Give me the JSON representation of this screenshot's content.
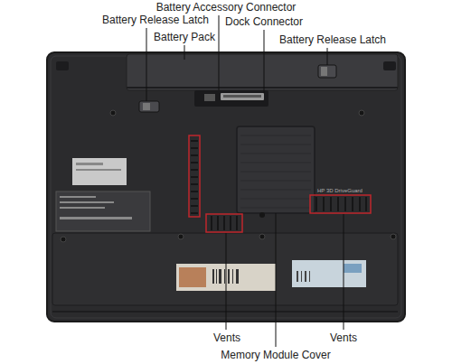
{
  "diagram": {
    "labels": [
      "Battery Accessory Connector",
      "Battery Release Latch",
      "Battery Pack",
      "Dock Connector",
      "Battery Release Latch",
      "HP 3D DriveGuard",
      "Vents",
      "Memory Module Cover",
      "Vents"
    ]
  }
}
